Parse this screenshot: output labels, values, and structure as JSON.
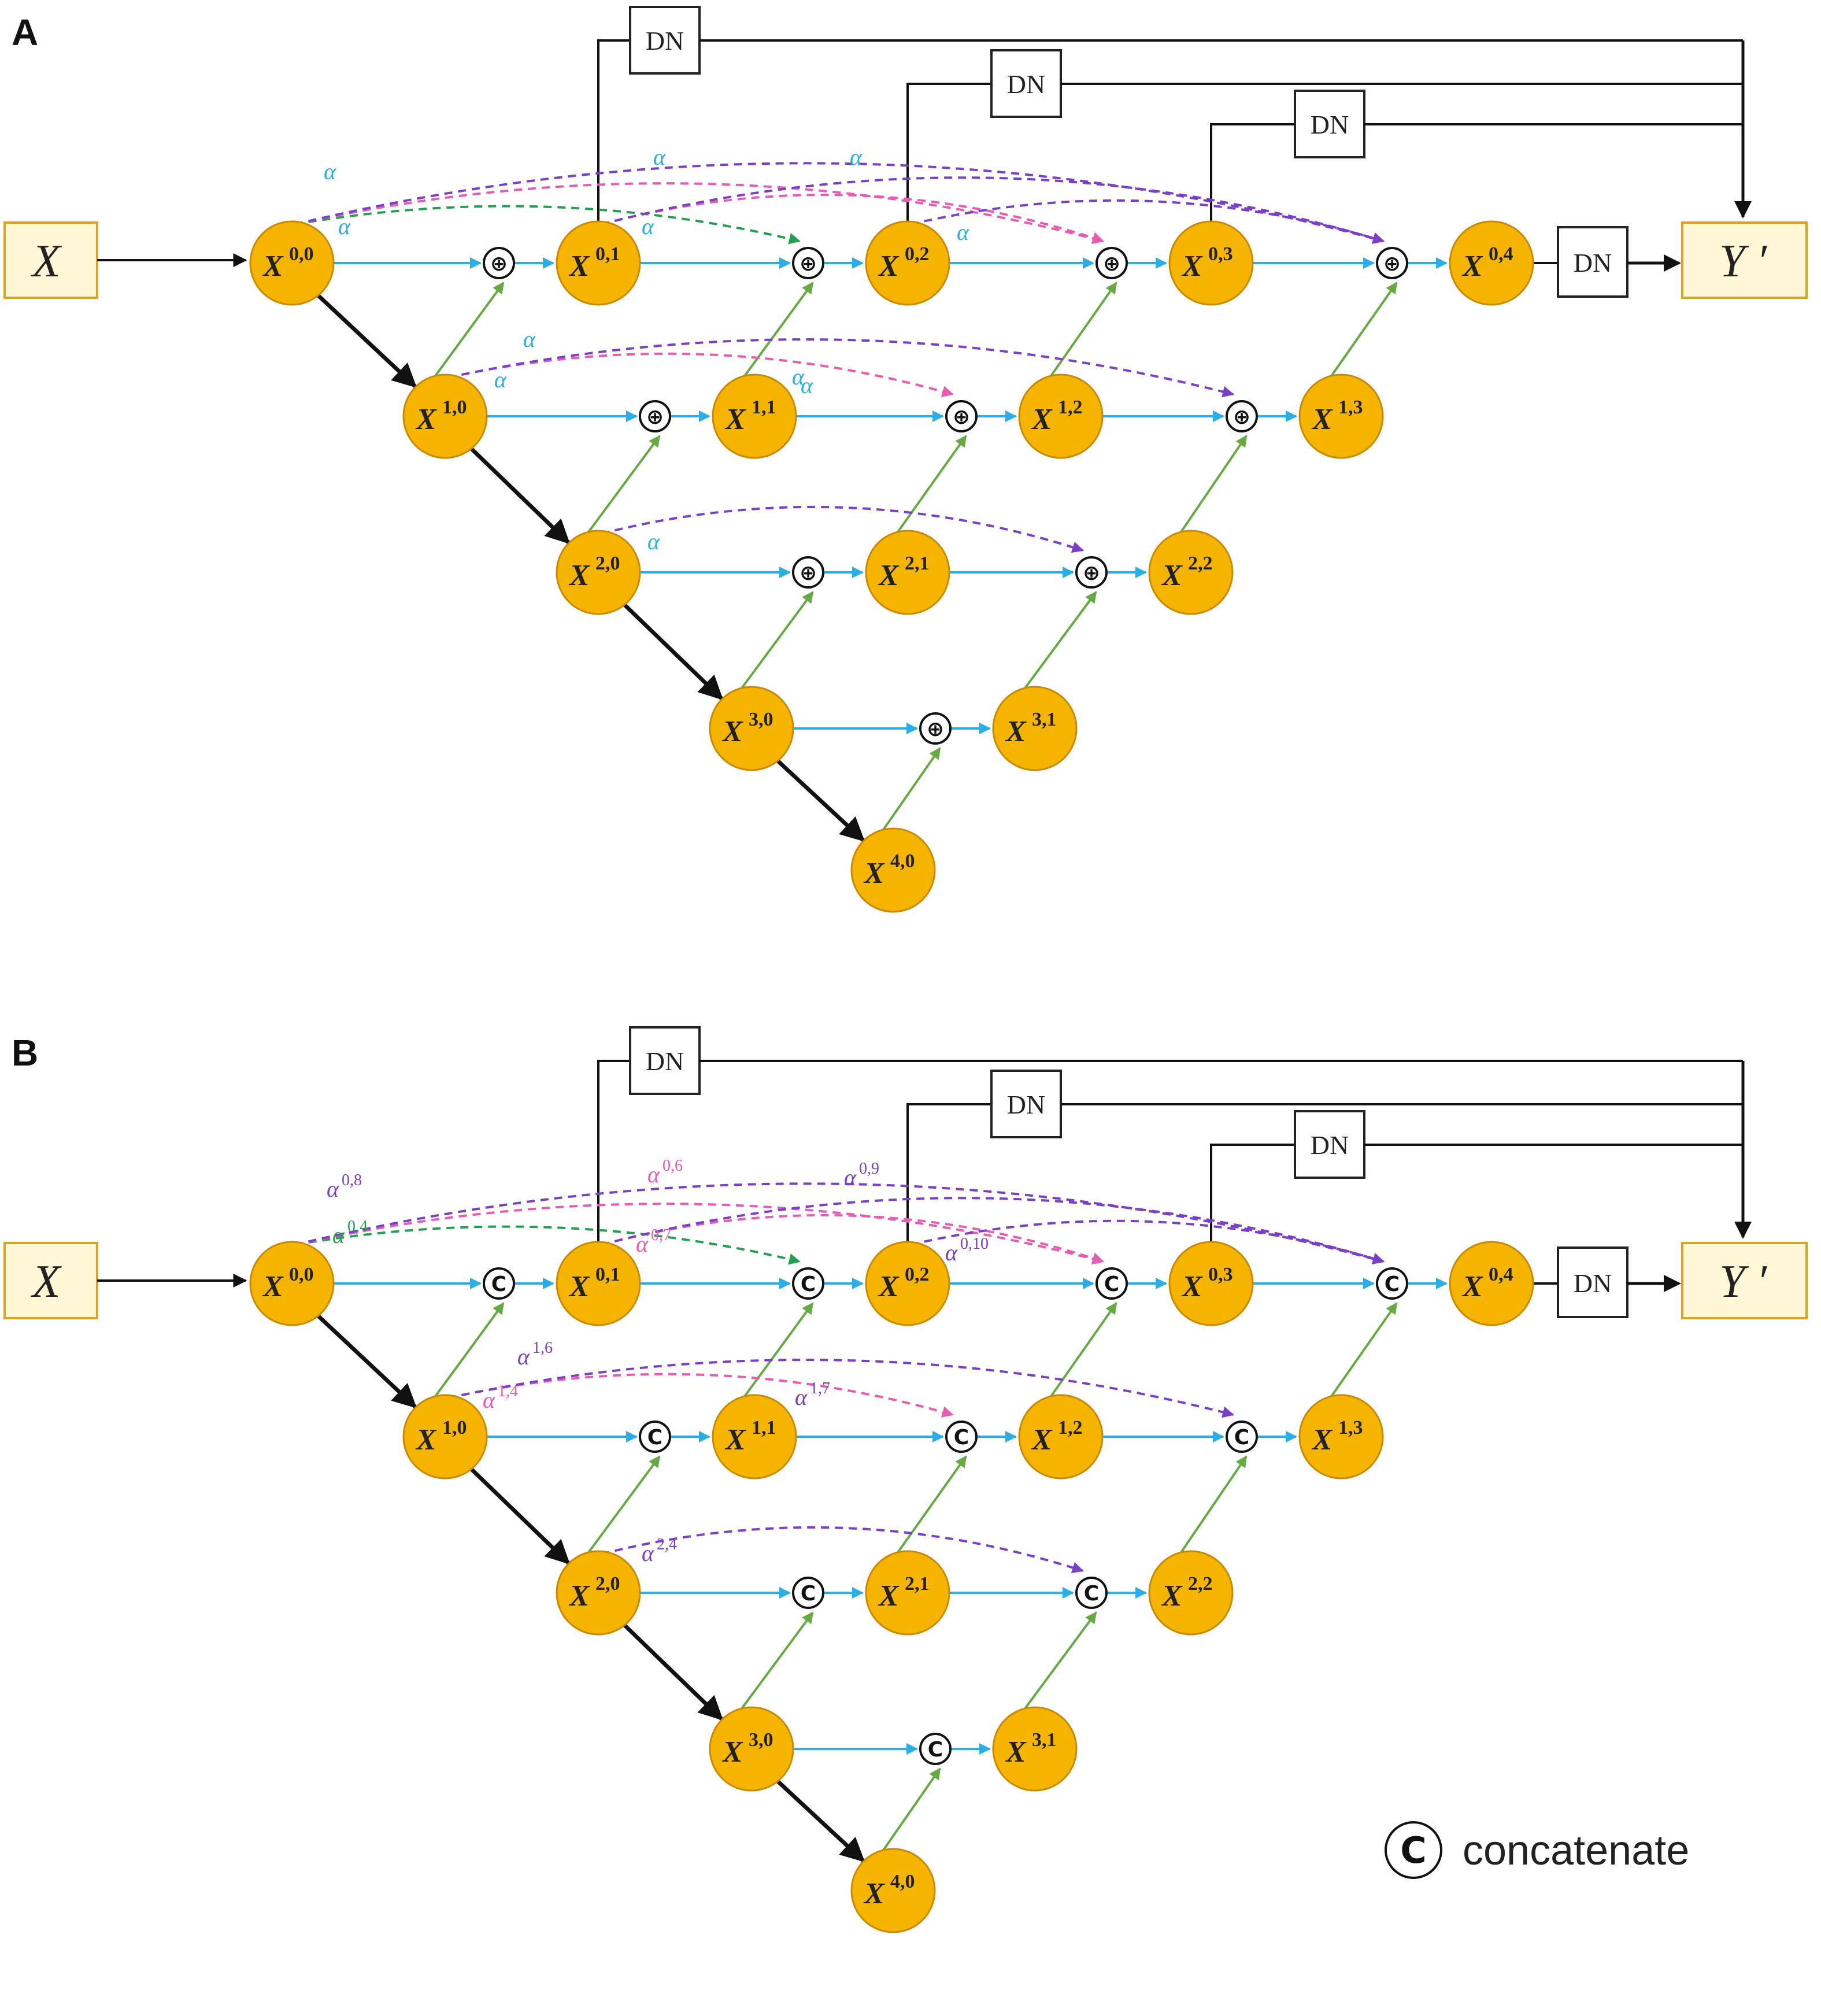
{
  "panel_a": {
    "label": "A",
    "input_label": "X",
    "output_label": "Y ′",
    "dn_label": "DN",
    "nodes": [
      {
        "sup": "0,0"
      },
      {
        "sup": "0,1"
      },
      {
        "sup": "0,2"
      },
      {
        "sup": "0,3"
      },
      {
        "sup": "0,4"
      },
      {
        "sup": "1,0"
      },
      {
        "sup": "1,1"
      },
      {
        "sup": "1,2"
      },
      {
        "sup": "1,3"
      },
      {
        "sup": "2,0"
      },
      {
        "sup": "2,1"
      },
      {
        "sup": "2,2"
      },
      {
        "sup": "3,0"
      },
      {
        "sup": "3,1"
      },
      {
        "sup": "4,0"
      }
    ],
    "operator": "add",
    "alphas": [
      {
        "text": "α",
        "sup": ""
      },
      {
        "text": "α",
        "sup": ""
      },
      {
        "text": "α",
        "sup": ""
      },
      {
        "text": "α",
        "sup": ""
      },
      {
        "text": "α",
        "sup": ""
      },
      {
        "text": "α",
        "sup": ""
      },
      {
        "text": "α",
        "sup": ""
      },
      {
        "text": "α",
        "sup": ""
      },
      {
        "text": "α",
        "sup": ""
      },
      {
        "text": "α",
        "sup": ""
      },
      {
        "text": "α",
        "sup": ""
      }
    ]
  },
  "panel_b": {
    "label": "B",
    "input_label": "X",
    "output_label": "Y ′",
    "dn_label": "DN",
    "nodes": [
      {
        "sup": "0,0"
      },
      {
        "sup": "0,1"
      },
      {
        "sup": "0,2"
      },
      {
        "sup": "0,3"
      },
      {
        "sup": "0,4"
      },
      {
        "sup": "1,0"
      },
      {
        "sup": "1,1"
      },
      {
        "sup": "1,2"
      },
      {
        "sup": "1,3"
      },
      {
        "sup": "2,0"
      },
      {
        "sup": "2,1"
      },
      {
        "sup": "2,2"
      },
      {
        "sup": "3,0"
      },
      {
        "sup": "3,1"
      },
      {
        "sup": "4,0"
      }
    ],
    "operator": "concatenate",
    "alphas": [
      {
        "text": "α",
        "sup": "0,8"
      },
      {
        "text": "α",
        "sup": "0,4"
      },
      {
        "text": "α",
        "sup": "0,6"
      },
      {
        "text": "α",
        "sup": "0,7"
      },
      {
        "text": "α",
        "sup": "0,9"
      },
      {
        "text": "α",
        "sup": "0,10"
      },
      {
        "text": "α",
        "sup": "1,6"
      },
      {
        "text": "α",
        "sup": "1,4"
      },
      {
        "text": "α",
        "sup": "1,7"
      },
      {
        "text": "α",
        "sup": "2,4"
      }
    ]
  },
  "legend": {
    "symbol": "C",
    "text": "concatenate"
  },
  "colors": {
    "node": "#f5b400",
    "same_level": "#29aee8",
    "up": "#66aa44",
    "down": "#111111",
    "skip_green": "#22a050",
    "skip_pink": "#e85bb0",
    "skip_purple": "#7a3fc8",
    "alpha_blue": "#29aee8"
  }
}
